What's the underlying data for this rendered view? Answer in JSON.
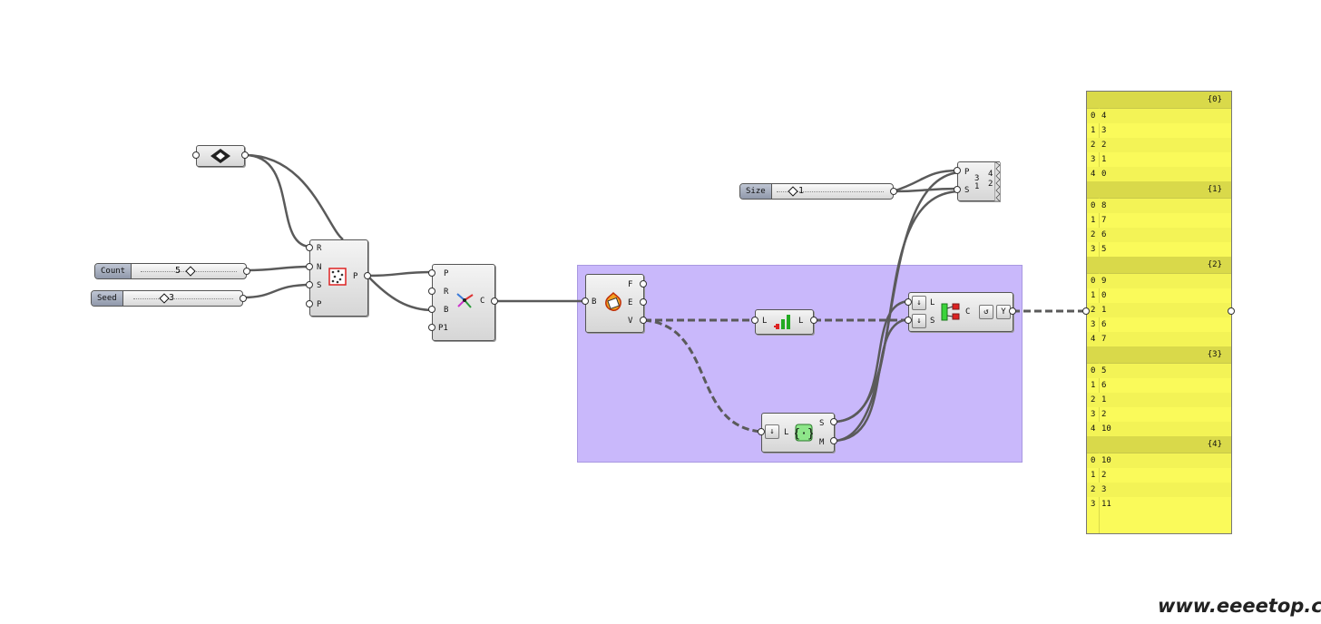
{
  "sliders": {
    "count": {
      "name": "Count",
      "value": "5"
    },
    "seed": {
      "name": "Seed",
      "value": "3"
    },
    "size": {
      "name": "Size",
      "value": "1"
    }
  },
  "populate": {
    "inputs": [
      "R",
      "N",
      "S",
      "P"
    ],
    "output": "P"
  },
  "voronoi": {
    "inputs": [
      "P",
      "R",
      "B",
      "P1"
    ],
    "output": "C"
  },
  "deconstruct": {
    "input": "B",
    "outputs": [
      "F",
      "E",
      "V"
    ]
  },
  "sort_list": {
    "input": "L",
    "output": "L"
  },
  "set_members": {
    "input": "L",
    "outputs": [
      "S",
      "M"
    ]
  },
  "culling": {
    "inputs": [
      "L",
      "S"
    ],
    "output": "C"
  },
  "partition": {
    "inputs": [
      "P",
      "S"
    ],
    "glyph_top": "3",
    "glyph_mid": "4",
    "glyph_bot1": "1",
    "glyph_bot2": "2"
  },
  "panel": {
    "groups": [
      {
        "path": "{0}",
        "items": [
          [
            "0",
            "4"
          ],
          [
            "1",
            "3"
          ],
          [
            "2",
            "2"
          ],
          [
            "3",
            "1"
          ],
          [
            "4",
            "0"
          ]
        ]
      },
      {
        "path": "{1}",
        "items": [
          [
            "0",
            "8"
          ],
          [
            "1",
            "7"
          ],
          [
            "2",
            "6"
          ],
          [
            "3",
            "5"
          ]
        ]
      },
      {
        "path": "{2}",
        "items": [
          [
            "0",
            "9"
          ],
          [
            "1",
            "0"
          ],
          [
            "2",
            "1"
          ],
          [
            "3",
            "6"
          ],
          [
            "4",
            "7"
          ]
        ]
      },
      {
        "path": "{3}",
        "items": [
          [
            "0",
            "5"
          ],
          [
            "1",
            "6"
          ],
          [
            "2",
            "1"
          ],
          [
            "3",
            "2"
          ],
          [
            "4",
            "10"
          ]
        ]
      },
      {
        "path": "{4}",
        "items": [
          [
            "0",
            "10"
          ],
          [
            "1",
            "2"
          ],
          [
            "2",
            "3"
          ],
          [
            "3",
            "11"
          ]
        ]
      }
    ]
  },
  "watermark": "www.eeeetop.com",
  "colors": {
    "group": "#c9b8fb",
    "panel": "#fafa5a",
    "panel_header": "#d9d94a",
    "wire": "#555555"
  }
}
